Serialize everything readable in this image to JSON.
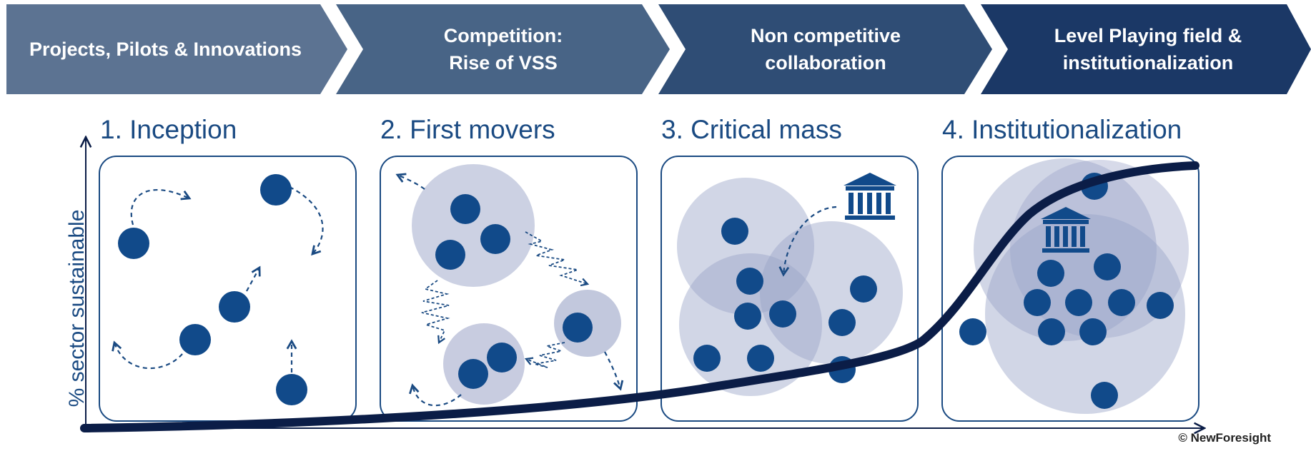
{
  "colors": {
    "arrow_1": "#5c7392",
    "arrow_2": "#486486",
    "arrow_3": "#2f4d75",
    "arrow_4": "#1b3866",
    "dot": "#114a8a",
    "halo": "#9aa3c7",
    "box_border": "#1a4a82",
    "curve": "#0b1d47",
    "title_text": "#1a4a82"
  },
  "phases": [
    {
      "label": "Projects, Pilots & Innovations"
    },
    {
      "label": "Competition:\nRise of VSS"
    },
    {
      "label": "Non competitive\ncollaboration"
    },
    {
      "label": "Level Playing field &\ninstitutionalization"
    }
  ],
  "stages": [
    {
      "title": "1. Inception"
    },
    {
      "title": "2. First movers"
    },
    {
      "title": "3. Critical mass"
    },
    {
      "title": "4. Institutionalization"
    }
  ],
  "axis": {
    "y_label": "% sector sustainable"
  },
  "icons": {
    "institution": "institution-building-icon"
  },
  "footer": {
    "copyright": "© NewForesight"
  }
}
